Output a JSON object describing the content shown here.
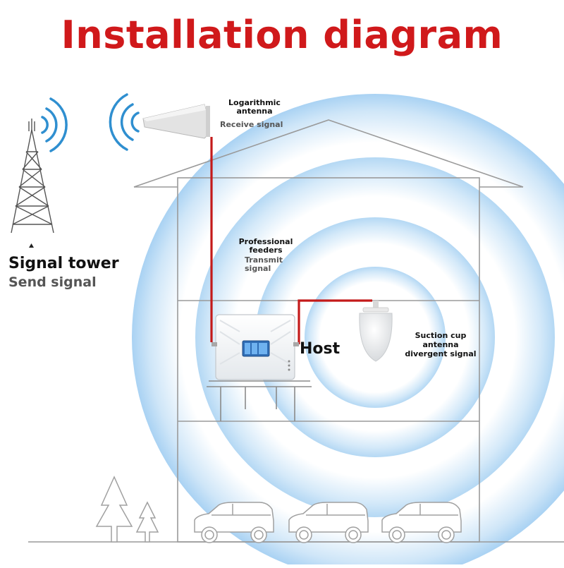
{
  "title": "Installation diagram",
  "labels": {
    "log_antenna": "Logarithmic antenna",
    "receive_signal": "Receive signal",
    "professional_feeders": "Professional feeders",
    "transmit_signal": "Transmit signal",
    "host": "Host",
    "suction_cup": "Suction cup antenna divergent signal",
    "signal_tower": "Signal tower",
    "send_signal": "Send signal"
  },
  "colors": {
    "title": "#d0191b",
    "cable": "#c41a1a",
    "signal_wave": "#2f8fd0",
    "house_line": "#9a9a9a",
    "ripple": "#5aa9e6"
  },
  "icons": [
    "signal-tower-icon",
    "log-antenna-icon",
    "booster-host-icon",
    "ceiling-antenna-icon",
    "car-icon",
    "tree-icon"
  ]
}
